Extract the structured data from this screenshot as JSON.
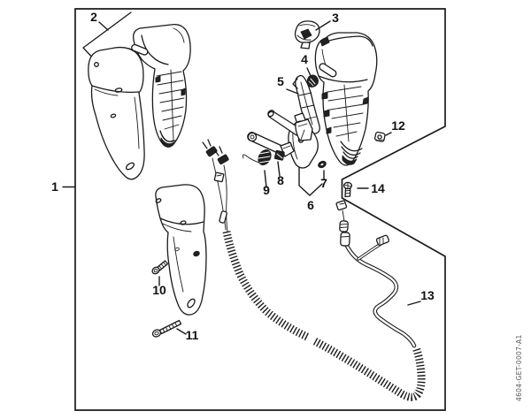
{
  "figure": {
    "type": "exploded-parts-diagram",
    "doc_code": "4604-GET-0007-A1",
    "background": "#ffffff",
    "line_color": "#1a1a1a"
  },
  "callouts": [
    {
      "label": "1"
    },
    {
      "label": "2"
    },
    {
      "label": "3"
    },
    {
      "label": "4"
    },
    {
      "label": "5"
    },
    {
      "label": "6"
    },
    {
      "label": "7"
    },
    {
      "label": "8"
    },
    {
      "label": "9"
    },
    {
      "label": "10"
    },
    {
      "label": "11"
    },
    {
      "label": "12"
    },
    {
      "label": "13"
    },
    {
      "label": "14"
    }
  ]
}
